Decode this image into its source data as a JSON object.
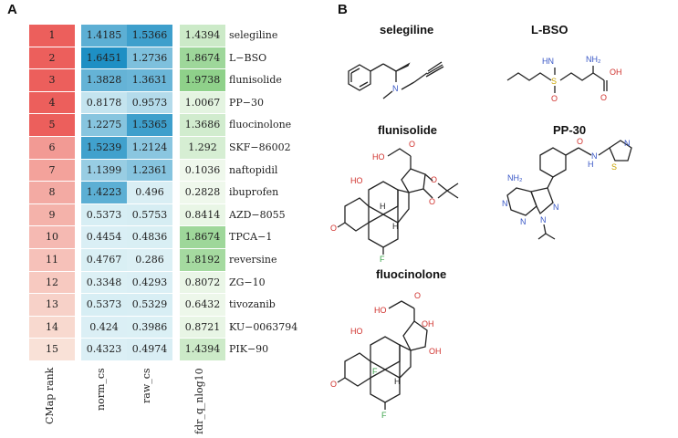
{
  "panels": {
    "a": "A",
    "b": "B"
  },
  "chart_data": {
    "type": "heatmap",
    "columns": [
      "CMap rank",
      "norm_cs",
      "raw_cs",
      "fdr_q_nlog10"
    ],
    "rows": [
      {
        "rank": "1",
        "norm_cs": "1.4185",
        "raw_cs": "1.5366",
        "fdr": "1.4394",
        "drug": "selegiline"
      },
      {
        "rank": "2",
        "norm_cs": "1.6451",
        "raw_cs": "1.2736",
        "fdr": "1.8674",
        "drug": "L−BSO"
      },
      {
        "rank": "3",
        "norm_cs": "1.3828",
        "raw_cs": "1.3631",
        "fdr": "1.9738",
        "drug": "flunisolide"
      },
      {
        "rank": "4",
        "norm_cs": "0.8178",
        "raw_cs": "0.9573",
        "fdr": "1.0067",
        "drug": "PP−30"
      },
      {
        "rank": "5",
        "norm_cs": "1.2275",
        "raw_cs": "1.5365",
        "fdr": "1.3686",
        "drug": "fluocinolone"
      },
      {
        "rank": "6",
        "norm_cs": "1.5239",
        "raw_cs": "1.2124",
        "fdr": "1.292",
        "drug": "SKF−86002"
      },
      {
        "rank": "7",
        "norm_cs": "1.1399",
        "raw_cs": "1.2361",
        "fdr": "0.1036",
        "drug": "naftopidil"
      },
      {
        "rank": "8",
        "norm_cs": "1.4223",
        "raw_cs": "0.496",
        "fdr": "0.2828",
        "drug": "ibuprofen"
      },
      {
        "rank": "9",
        "norm_cs": "0.5373",
        "raw_cs": "0.5753",
        "fdr": "0.8414",
        "drug": "AZD−8055"
      },
      {
        "rank": "10",
        "norm_cs": "0.4454",
        "raw_cs": "0.4836",
        "fdr": "1.8674",
        "drug": "TPCA−1"
      },
      {
        "rank": "11",
        "norm_cs": "0.4767",
        "raw_cs": "0.286",
        "fdr": "1.8192",
        "drug": "reversine"
      },
      {
        "rank": "12",
        "norm_cs": "0.3348",
        "raw_cs": "0.4293",
        "fdr": "0.8072",
        "drug": "ZG−10"
      },
      {
        "rank": "13",
        "norm_cs": "0.5373",
        "raw_cs": "0.5329",
        "fdr": "0.6432",
        "drug": "tivozanib"
      },
      {
        "rank": "14",
        "norm_cs": "0.424",
        "raw_cs": "0.3986",
        "fdr": "0.8721",
        "drug": "KU−0063794"
      },
      {
        "rank": "15",
        "norm_cs": "0.4323",
        "raw_cs": "0.4974",
        "fdr": "1.4394",
        "drug": "PIK−90"
      }
    ],
    "colors": {
      "rank_top": "#ec5f5c",
      "rank_bottom": "#f9e2d8",
      "cs_high": "#1e8fc4",
      "cs_low": "#dcf0f5",
      "fdr_high": "#8fd18a",
      "fdr_low": "#eff8ec"
    }
  },
  "molecules": {
    "selegiline": {
      "title": "selegiline",
      "atoms": {
        "n": "N"
      }
    },
    "lbso": {
      "title": "L-BSO",
      "atoms": {
        "hn": "HN",
        "s": "S",
        "o": "O",
        "nh2": "NH₂",
        "oh": "OH",
        "o2": "O"
      }
    },
    "flunisolide": {
      "title": "flunisolide",
      "atoms": {
        "ho": "HO",
        "o1": "O",
        "o2": "O",
        "o3": "O",
        "ho2": "HO",
        "h1": "H",
        "h2": "H",
        "o4": "O",
        "f": "F"
      }
    },
    "pp30": {
      "title": "PP-30",
      "atoms": {
        "nh2": "NH₂",
        "n1": "N",
        "n2": "N",
        "n3": "N",
        "n4": "N",
        "o": "O",
        "hn": "N",
        "h": "H",
        "s": "S",
        "n5": "N"
      }
    },
    "fluocinolone": {
      "title": "fluocinolone",
      "atoms": {
        "ho": "HO",
        "o1": "O",
        "oh1": "OH",
        "oh2": "OH",
        "ho2": "HO",
        "f1": "F",
        "h": "H",
        "o2": "O",
        "f2": "F"
      }
    }
  }
}
